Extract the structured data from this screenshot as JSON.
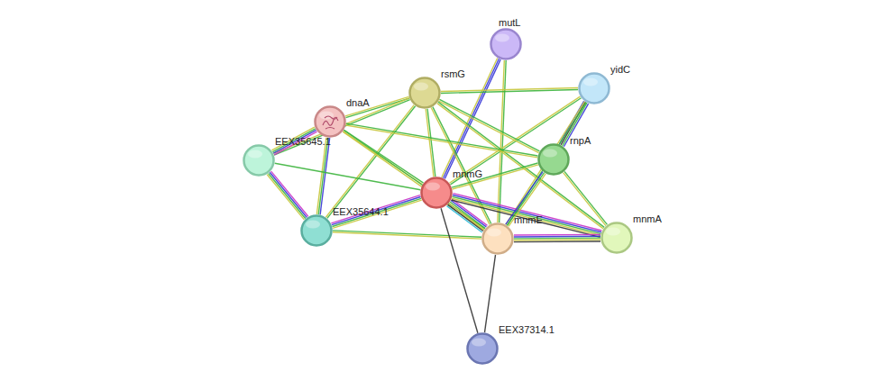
{
  "diagram": {
    "nodes": [
      {
        "text": [
          "mutL"
        ]
      },
      {
        "text": [
          "yidC"
        ]
      },
      {
        "text": [
          "rsmG"
        ]
      },
      {
        "text": [
          "dnaA"
        ]
      },
      {
        "text": [
          "EEX35645.1"
        ]
      },
      {
        "text": [
          "rnpA"
        ]
      },
      {
        "text": [
          "mnmG"
        ]
      },
      {
        "text": [
          "EEX35644.1"
        ]
      },
      {
        "text": [
          "mnmE"
        ]
      },
      {
        "text": [
          "mnmA"
        ]
      },
      {
        "text": [
          "EEX37314.1"
        ]
      }
    ],
    "edges": [
      {
        "from": 0,
        "to": 6,
        "arrow": "none"
      },
      {
        "from": 0,
        "to": 8,
        "arrow": "none"
      },
      {
        "from": 1,
        "to": 2,
        "arrow": "none"
      },
      {
        "from": 1,
        "to": 5,
        "arrow": "none"
      },
      {
        "from": 1,
        "to": 6,
        "arrow": "none"
      },
      {
        "from": 1,
        "to": 8,
        "arrow": "none"
      },
      {
        "from": 2,
        "to": 3,
        "arrow": "none"
      },
      {
        "from": 2,
        "to": 4,
        "arrow": "none"
      },
      {
        "from": 2,
        "to": 7,
        "arrow": "none"
      },
      {
        "from": 2,
        "to": 6,
        "arrow": "none"
      },
      {
        "from": 2,
        "to": 8,
        "arrow": "none"
      },
      {
        "from": 2,
        "to": 5,
        "arrow": "none"
      },
      {
        "from": 2,
        "to": 9,
        "arrow": "none"
      },
      {
        "from": 3,
        "to": 4,
        "arrow": "none"
      },
      {
        "from": 3,
        "to": 7,
        "arrow": "none"
      },
      {
        "from": 3,
        "to": 6,
        "arrow": "none"
      },
      {
        "from": 3,
        "to": 5,
        "arrow": "none"
      },
      {
        "from": 3,
        "to": 8,
        "arrow": "none"
      },
      {
        "from": 4,
        "to": 7,
        "arrow": "none"
      },
      {
        "from": 4,
        "to": 6,
        "arrow": "none"
      },
      {
        "from": 7,
        "to": 6,
        "arrow": "none"
      },
      {
        "from": 7,
        "to": 8,
        "arrow": "none"
      },
      {
        "from": 6,
        "to": 8,
        "arrow": "none"
      },
      {
        "from": 6,
        "to": 9,
        "arrow": "none"
      },
      {
        "from": 6,
        "to": 5,
        "arrow": "none"
      },
      {
        "from": 6,
        "to": 10,
        "arrow": "none"
      },
      {
        "from": 8,
        "to": 9,
        "arrow": "none"
      },
      {
        "from": 8,
        "to": 5,
        "arrow": "none"
      },
      {
        "from": 8,
        "to": 10,
        "arrow": "none"
      },
      {
        "from": 5,
        "to": 9,
        "arrow": "none"
      }
    ]
  }
}
